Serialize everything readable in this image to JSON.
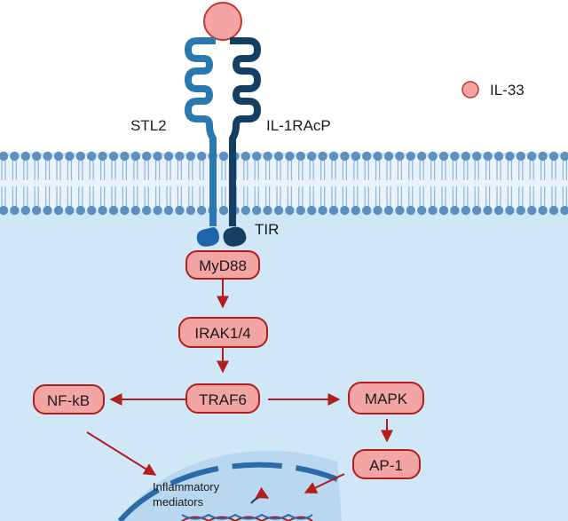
{
  "legend": {
    "ligand_label": "IL-33"
  },
  "receptors": {
    "left_label": "STL2",
    "right_label": "IL-1RAcP",
    "domain_label": "TIR"
  },
  "nodes": {
    "myd88": "MyD88",
    "irak": "IRAK1/4",
    "traf6": "TRAF6",
    "nfkb": "NF-kB",
    "mapk": "MAPK",
    "ap1": "AP-1"
  },
  "nucleus": {
    "line1": "Inflammatory",
    "line2": "mediators"
  },
  "colors": {
    "node_fill": "#f3a5a3",
    "node_stroke": "#b21e1e",
    "arrow": "#b21e1e",
    "cytoplasm": "#cfe7f6",
    "membrane_head": "#5d8fc3",
    "stl2": "#2b78ae",
    "il1racp": "#153e63",
    "ligand": "#f5a3a3"
  }
}
